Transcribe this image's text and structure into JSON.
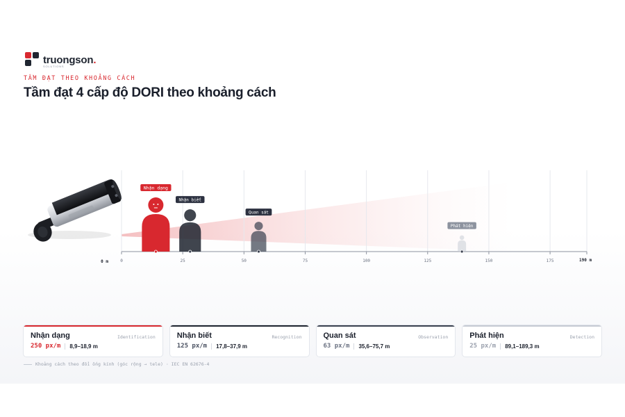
{
  "brand": {
    "name": "truongson",
    "dot": ".",
    "tagline": "SOLUTIONS"
  },
  "eyebrow": "TẦM ĐẠT THEO KHOẢNG CÁCH",
  "title": "Tầm đạt 4 cấp độ DORI theo khoảng cách",
  "colors": {
    "accent": "#d8282f",
    "dark": "#1f2530",
    "mid": "#3a4150",
    "light": "#c5cad3"
  },
  "axis": {
    "origin_label": "0 m",
    "ticks": [
      "0",
      "25",
      "50",
      "75",
      "100",
      "125",
      "150",
      "175"
    ],
    "end_label": "190 m",
    "range": [
      0,
      190
    ]
  },
  "chart_data": {
    "type": "scatter",
    "x_unit": "m",
    "xlim": [
      0,
      190
    ],
    "grid": true,
    "points": [
      {
        "label": "Nhận dạng",
        "x": 14,
        "color": "#d8282f"
      },
      {
        "label": "Nhận biết",
        "x": 28,
        "color": "#1f2530"
      },
      {
        "label": "Quan sát",
        "x": 56,
        "color": "#3a4150"
      },
      {
        "label": "Phát hiện",
        "x": 139,
        "color": "#c5cad3"
      }
    ],
    "figure_scale": [
      1.0,
      0.78,
      0.55,
      0.3
    ],
    "figure_opacity": [
      1.0,
      0.85,
      0.7,
      0.5
    ]
  },
  "cards": [
    {
      "name": "Nhận dạng",
      "en": "Identification",
      "px": "250 px/m",
      "range": "8,9–18,9 m"
    },
    {
      "name": "Nhận biết",
      "en": "Recognition",
      "px": "125 px/m",
      "range": "17,8–37,9 m"
    },
    {
      "name": "Quan sát",
      "en": "Observation",
      "px": "63 px/m",
      "range": "35,6–75,7 m"
    },
    {
      "name": "Phát hiện",
      "en": "Detection",
      "px": "25 px/m",
      "range": "89,1–189,3 m"
    }
  ],
  "footnote": "Khoảng cách theo đổi ống kính (góc rộng → tele) · IEC EN 62676-4"
}
